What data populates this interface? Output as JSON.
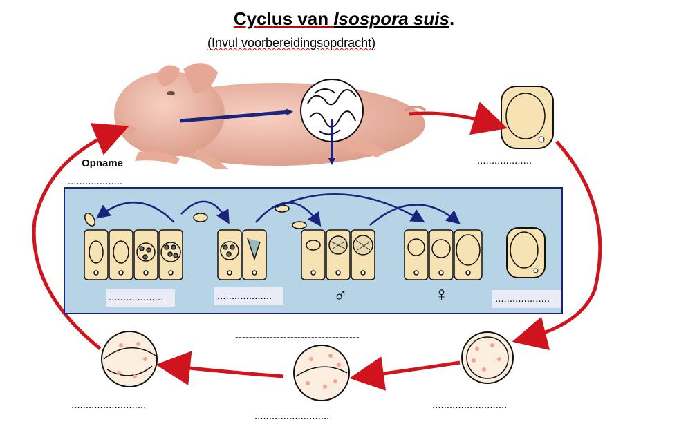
{
  "title": {
    "pre": "Cyclus van ",
    "species": "Isospora suis",
    "post": "."
  },
  "subtitle": "(Invul voorbereidingsopdracht)",
  "opname_label": "Opname",
  "blank_long": "..............................",
  "blank_mid": "..........................",
  "blank_short": "...................",
  "blank_panel": "...................",
  "divider": "------------------------------------",
  "male_symbol": "♂",
  "female_symbol": "♀",
  "colors": {
    "panel": "#b7d3e6",
    "red_arrow": "#d0141e",
    "blue_arrow": "#1a237e",
    "cell": "#f6e2b3",
    "pig": "#efb9a6"
  }
}
